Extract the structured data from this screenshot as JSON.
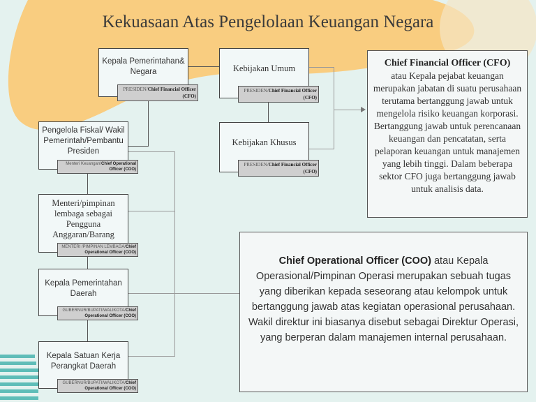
{
  "title": "Kekuasaan Atas Pengelolaan Keuangan Negara",
  "colors": {
    "background": "#e4f2ef",
    "blob": "#f9cd80",
    "teal": "#5fbdb8",
    "tag": "#cfcfcf"
  },
  "boxes": [
    {
      "label": "Kepala Pemerintahan& Negara",
      "tag_plain": "PRESIDEN/",
      "tag_bold": "Chief Financial Officer (CFO)"
    },
    {
      "label": "Kebijakan Umum",
      "tag_plain": "PRESIDEN/",
      "tag_bold": "Chief Financial Officer (CFO)"
    },
    {
      "label": "Kebijakan Khusus",
      "tag_plain": "PRESIDEN/",
      "tag_bold": "Chief Financial Officer (CFO)"
    },
    {
      "label": "Pengelola Fiskal/ Wakil Pemerintah/Pembantu Presiden",
      "tag_plain": "Menteri Keuangan/",
      "tag_bold": "Chief Operational Officer (COO)"
    },
    {
      "label": "Menteri/pimpinan lembaga sebagai Pengguna Anggaran/Barang",
      "tag_plain": "MENTERI /PIMPINAN LEMBAGA/",
      "tag_bold": "Chief Operational Officer (COO)"
    },
    {
      "label": "Kepala Pemerintahan Daerah",
      "tag_plain": "GUBERNUR/BUPATI/WALIKOTA/",
      "tag_bold": "Chief Operational Officer (COO)"
    },
    {
      "label": "Kepala Satuan Kerja Perangkat Daerah",
      "tag_plain": "GUBERNUR/BUPATI/WALIKOTA/",
      "tag_bold": "Chief Operational Officer (COO)"
    }
  ],
  "cfo": {
    "heading": "Chief Financial Officer (CFO)",
    "body": "atau Kepala pejabat keuangan merupakan jabatan di suatu perusahaan terutama bertanggung jawab untuk mengelola risiko keuangan korporasi. Bertanggung jawab untuk perencanaan keuangan dan pencatatan, serta pelaporan keuangan untuk manajemen yang lebih tinggi. Dalam beberapa sektor CFO juga bertanggung jawab untuk analisis data."
  },
  "coo": {
    "heading": "Chief Operational Officer (COO)",
    "body": " atau Kepala Operasional/Pimpinan Operasi merupakan sebuah tugas yang diberikan kepada seseorang atau kelompok untuk bertanggung jawab atas kegiatan operasional perusahaan. Wakil direktur ini biasanya disebut sebagai Direktur Operasi, yang berperan dalam manajemen internal perusahaan."
  }
}
